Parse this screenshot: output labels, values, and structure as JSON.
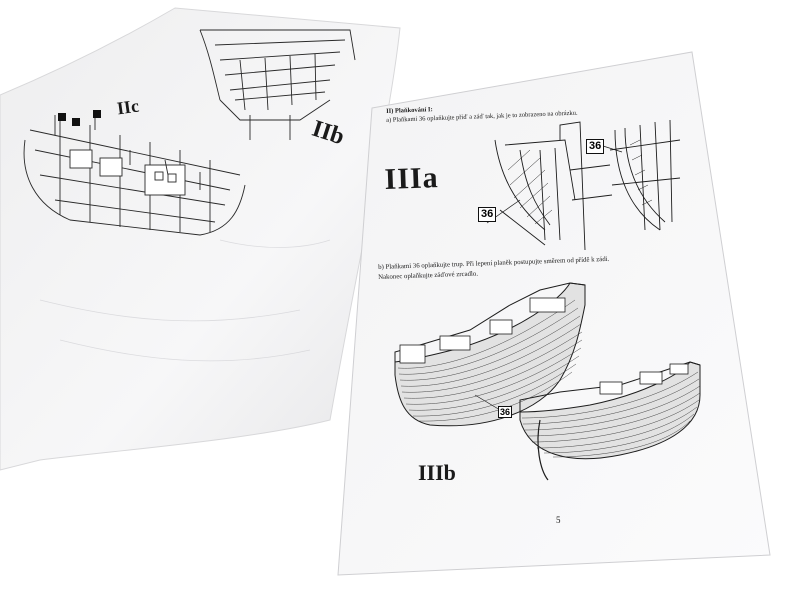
{
  "back_page": {
    "label_iic": "IIc",
    "label_iib": "IIb"
  },
  "front_page": {
    "heading": "II) Plaňkování I:",
    "step_a": "a) Plaňkami 36 oplaňkujte příď a záď tak, jak je to zobrazeno na obrázku.",
    "figure_a_label": "IIIa",
    "part_number": "36",
    "step_b_line1": "b) Plaňkami 36 oplaňkujte trup. Při lepení planěk postupujte směrem od přídě k zádi.",
    "step_b_line2": "Nakonec oplaňkujte záďové zrcadlo.",
    "figure_b_label": "IIIb",
    "page_number": "5"
  }
}
